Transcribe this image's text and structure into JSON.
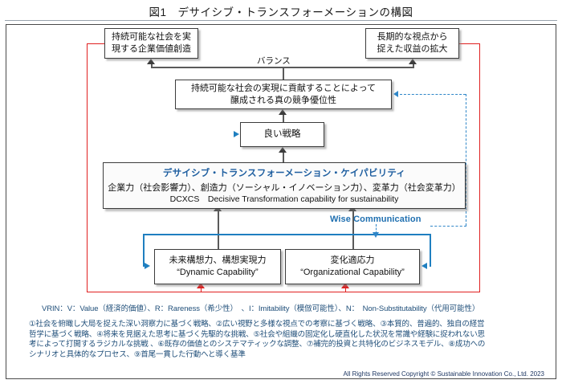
{
  "title": "図1　デサイシブ・トランスフォーメーションの構図",
  "boxes": {
    "value_creation": {
      "line1": "持続可能な社会を実",
      "line2": "現する企業価値創造"
    },
    "profit_growth": {
      "line1": "長期的な視点から",
      "line2": "捉えた収益の拡大"
    },
    "true_advantage": {
      "line1": "持続可能な社会の実現に貢献することによって",
      "line2": "醸成される真の競争優位性"
    },
    "good_strategy": {
      "line1": "良い戦略"
    },
    "capability": {
      "title": "デサイシブ・トランスフォーメーション・ケイパビリティ",
      "sub1": "企業力（社会影響力）、創造力（ソーシャル・イノベーション力）、変革力（社会変革力）",
      "sub2": "DCXCS　Decisive Transformation capability for sustainability"
    },
    "dynamic_capability": {
      "line1": "未来構想力、構想実現力",
      "line2": "“Dynamic Capability”"
    },
    "organizational_capability": {
      "line1": "変化適応力",
      "line2": "“Organizational Capability”"
    }
  },
  "labels": {
    "balance": "バランス",
    "wise_communication": "Wise Communication"
  },
  "notes": {
    "vrin": "VRIN：V：Value（経済的価値）、R：Rareness（希少性）　、I：Imitability（模倣可能性）、N：　Non-Substitutability（代用可能性）",
    "numbered_line1": "①社会を俯瞰し大局を捉えた深い洞察力に基づく戦略、②広い視野と多様な視点での考察に基づく戦略、③本質的、普遍的、独自の経営",
    "numbered_line2": "哲学に基づく戦略、④将来を見据えた思考に基づく先駆的な挑戦、⑤社会や組織の固定化し硬直化した状況を常識や経験に捉われない思",
    "numbered_line3": "考によって打開するラジカルな挑戦 、⑥既存の価値とのシステマティックな調整、⑦補完的投資と共特化のビジネスモデル、⑧成功への",
    "numbered_line4": "シナリオと具体的なプロセス、⑨首尾一貫した行動へと導く基準"
  },
  "copyright": "All Rights Reserved Copyright © Sustainable Innovation Co., Ltd. 2023",
  "colors": {
    "accent_blue": "#1f6fb0",
    "note_blue": "#1f4e79",
    "red_flow": "#e02020",
    "line_gray": "#5a5a5a"
  }
}
